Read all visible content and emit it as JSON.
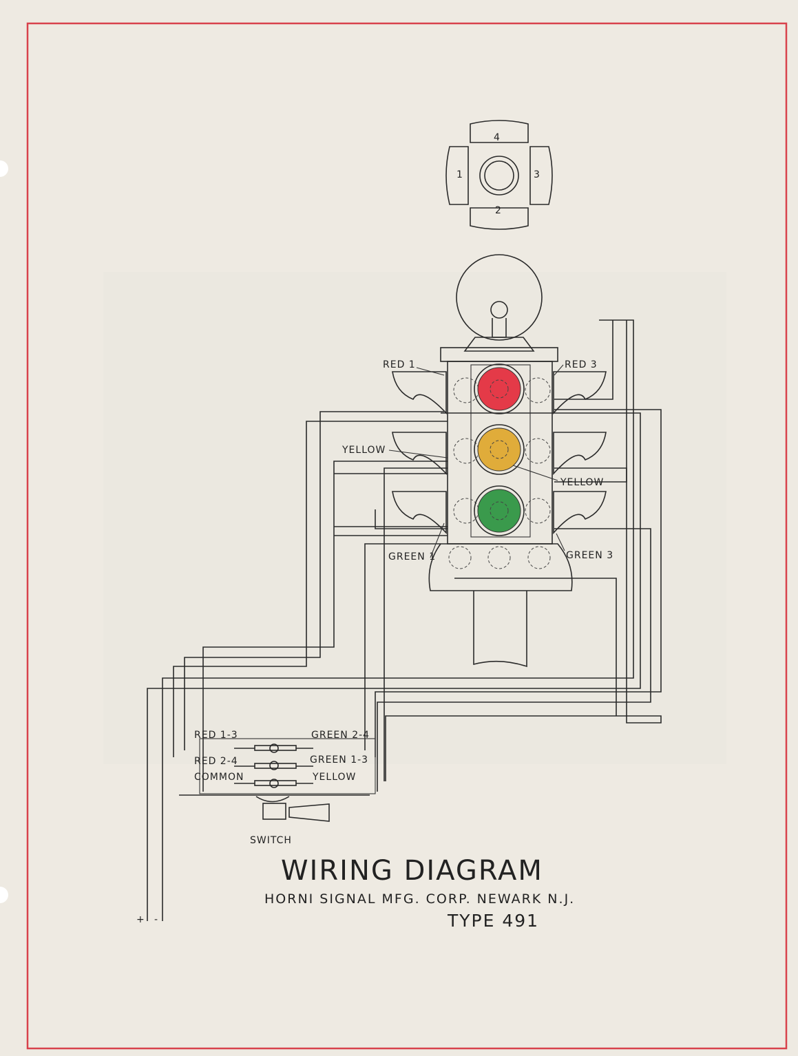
{
  "title": "WIRING DIAGRAM",
  "switch_label": "SWITCH",
  "manufacturer": "HORNI SIGNAL MFG. CORP. NEWARK N.J.",
  "type": "TYPE 491",
  "polarity": {
    "plus": "+",
    "minus": "-"
  },
  "quadrant_numbers": [
    "1",
    "2",
    "3",
    "4"
  ],
  "signal_labels": {
    "red1": "RED 1",
    "red3": "RED 3",
    "yellow_left": "YELLOW",
    "yellow_right": "YELLOW",
    "green1": "GREEN 1",
    "green3": "GREEN 3"
  },
  "switch_terminals": {
    "red13": "RED 1-3",
    "red24": "RED 2-4",
    "common": "COMMON",
    "green24": "GREEN 2-4",
    "green13": "GREEN 1-3",
    "yellow": "YELLOW"
  },
  "colors": {
    "border": "#d8424c",
    "red_lens": "#e43a48",
    "yellow_lens": "#e0ac3a",
    "green_lens": "#3a9a4c",
    "paper": "#eeeae2"
  }
}
